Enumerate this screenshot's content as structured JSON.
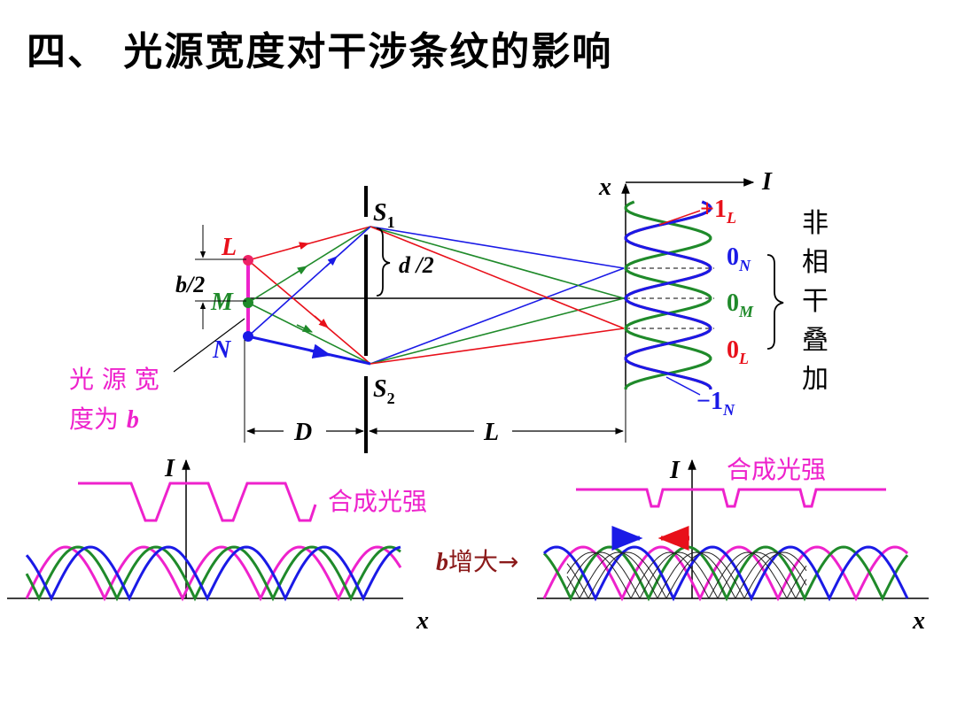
{
  "title": "四、 光源宽度对干涉条纹的影响",
  "labels": {
    "L": "L",
    "M": "M",
    "N": "N",
    "S1_main": "S",
    "S1_sub": "1",
    "S2_main": "S",
    "S2_sub": "2",
    "half_b": "b/2",
    "half_d": "d /2",
    "source_width_line1": "光 源 宽",
    "source_width_line2_prefix": "度为 ",
    "source_width_line2_b": "b",
    "D": "D",
    "L_dist": "L",
    "screen_x": "x",
    "screen_I": "I",
    "incoherent_1": "非",
    "incoherent_2": "相",
    "incoherent_3": "干",
    "incoherent_4": "叠",
    "incoherent_5": "加"
  },
  "orders": [
    {
      "main": "+1",
      "sub": "L",
      "color": "#e8101a"
    },
    {
      "main": "0",
      "sub": "N",
      "color": "#1a1ae6"
    },
    {
      "main": "0",
      "sub": "M",
      "color": "#1f8a2a"
    },
    {
      "main": "0",
      "sub": "L",
      "color": "#e8101a"
    },
    {
      "main": "−1",
      "sub": "N",
      "color": "#1a1ae6"
    }
  ],
  "bottom_left": {
    "I": "I",
    "x": "x",
    "resultant": "合成光强"
  },
  "bottom_right": {
    "I": "I",
    "x": "x",
    "resultant": "合成光强",
    "b_prefix": "b",
    "b_increase": "增大→"
  },
  "colors": {
    "L": "#e8101a",
    "M": "#1f8a2a",
    "N": "#1a1ae6",
    "resultant": "#ee22cc",
    "title": "#000000",
    "b_increase": "#8b1a1a"
  }
}
